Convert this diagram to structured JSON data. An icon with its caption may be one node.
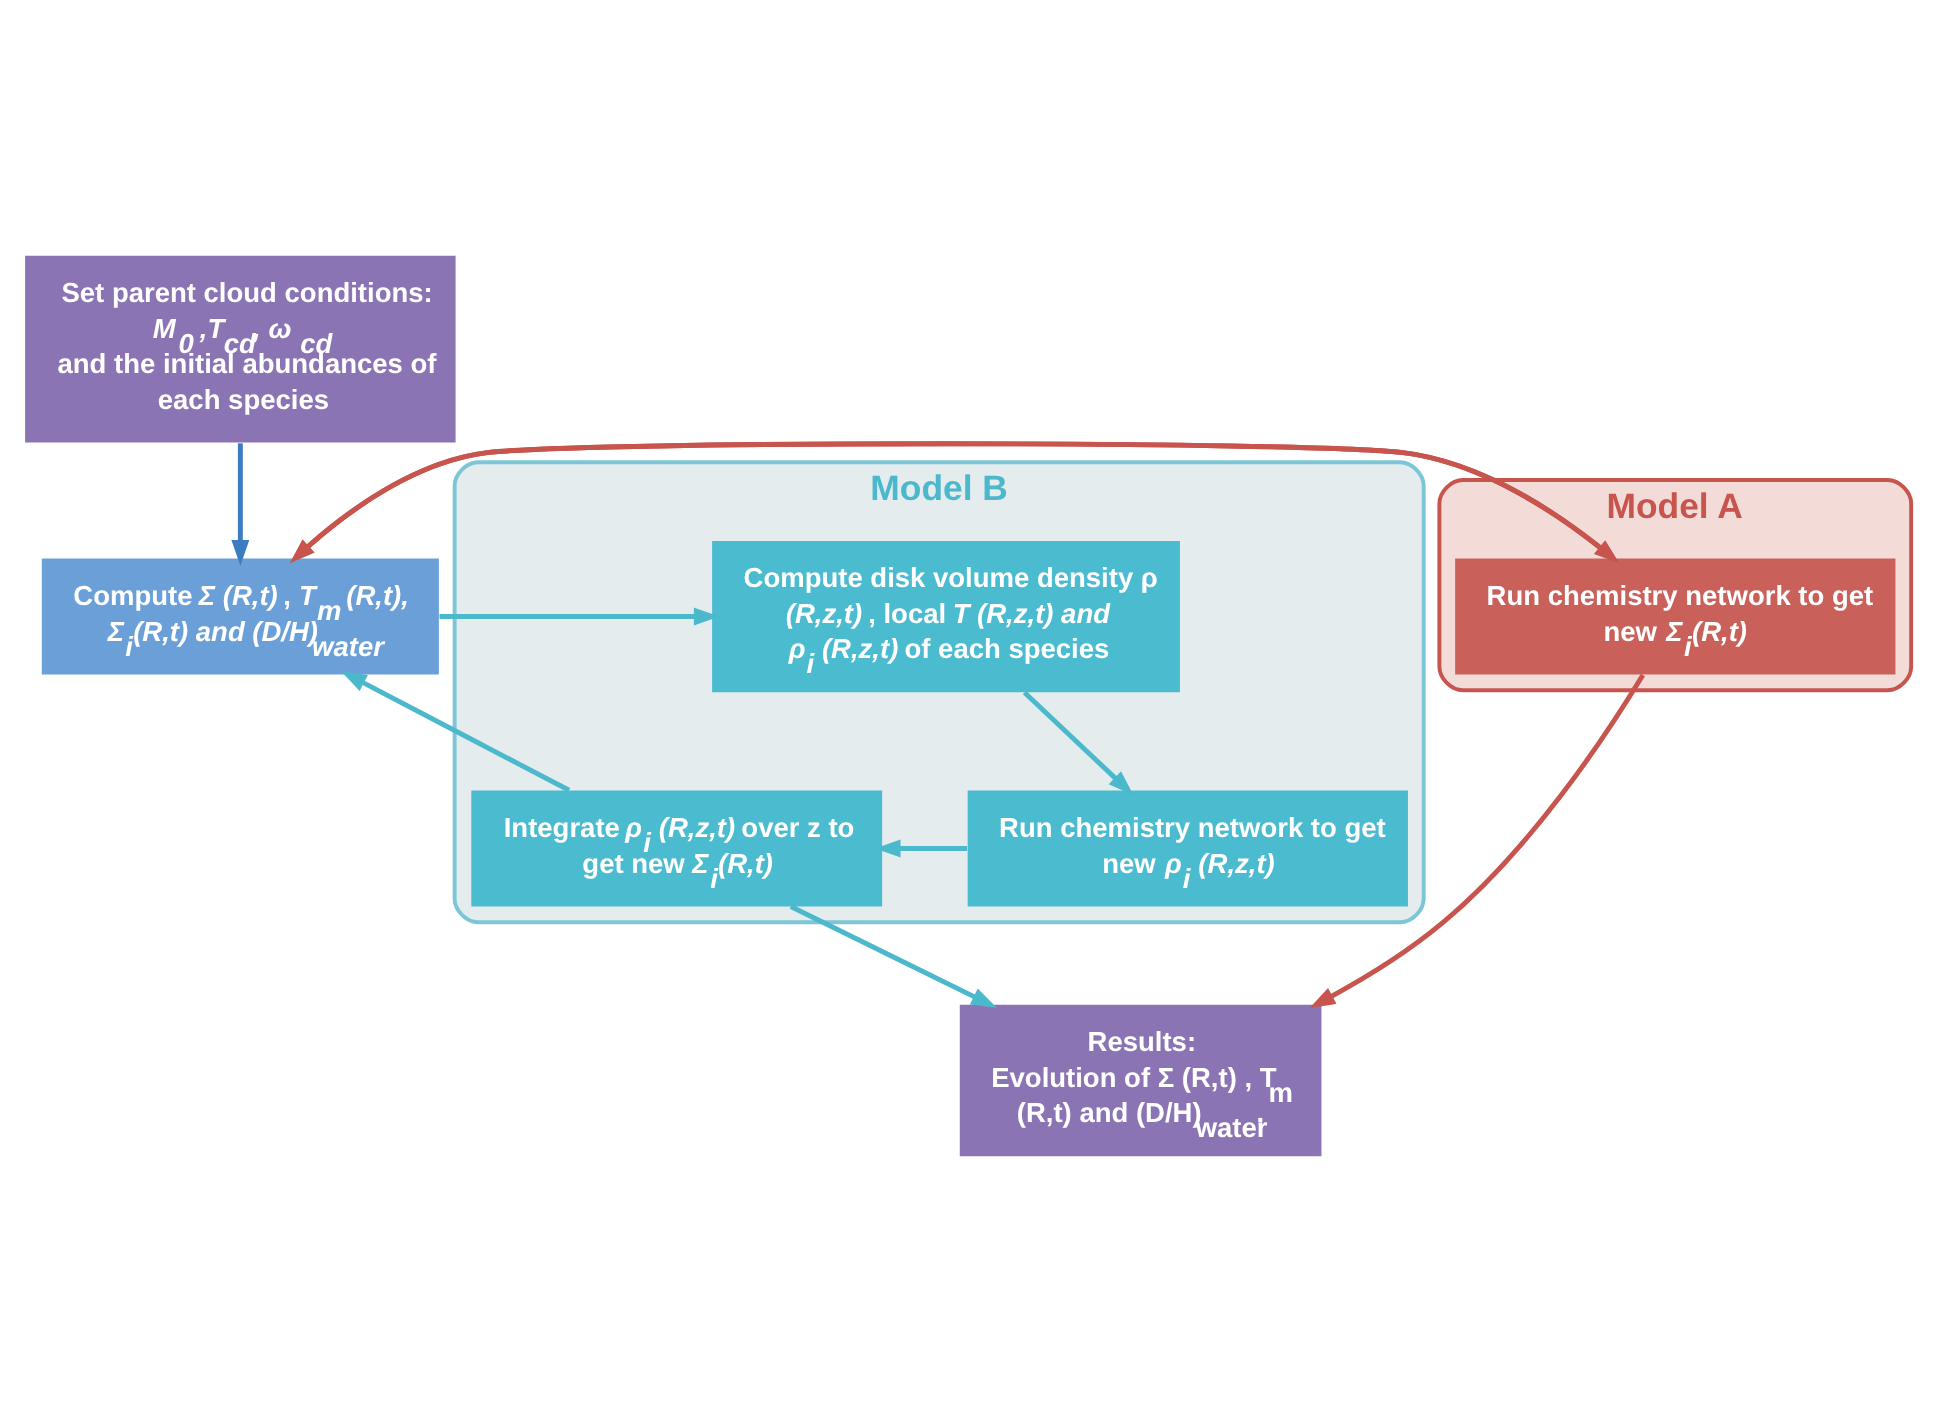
{
  "diagram": {
    "nodes": [
      {
        "text": [
          "Set parent cloud conditions:",
          "*M$_{0}$ ,T$_{cd}$, ω $_{cd}$*",
          "and the initial abundances of each species"
        ]
      },
      {
        "text": [
          "Model A"
        ]
      },
      {
        "text": [
          "Model B"
        ]
      },
      {
        "text": [
          "Run chemistry network to get new *Σ$_{i}$(R,t)*"
        ],
        "in": 1
      },
      {
        "text": [
          "Compute *Σ (R,t)* , *T$_{m}$ (R,t), Σ$_{i}$(R,t) and (D/H)$_{water}$*"
        ]
      },
      {
        "text": [
          "Compute disk volume density ρ *(R,z,t)* , local *T (R,z,t) and ρ$_{i}$ (R,z,t)* of each species"
        ],
        "in": 2
      },
      {
        "text": [
          "Integrate *ρ$_{i}$ (R,z,t)* over z to get new *Σ$_{i}$(R,t)*"
        ],
        "in": 2
      },
      {
        "text": [
          "Run chemistry network to get new *ρ$_{i}$ (R,z,t)*"
        ],
        "in": 2
      },
      {
        "text": [
          "Results:",
          "Evolution of Σ (R,t) , T$_{m}$ (R,t) and (D/H)$_{water}$."
        ]
      }
    ],
    "edges": [
      {
        "from": 0,
        "to": 4,
        "arrow": "to",
        "color": "#3b7dc0"
      },
      {
        "from": 4,
        "to": 3,
        "arrow": "to",
        "color": "#c8544e"
      },
      {
        "from": 3,
        "to": 4,
        "arrow": "to",
        "color": "#c8544e"
      },
      {
        "from": 4,
        "to": 5,
        "arrow": "to"
      },
      {
        "from": 5,
        "to": 7,
        "arrow": "to"
      },
      {
        "from": 7,
        "to": 6,
        "arrow": "to"
      },
      {
        "from": 6,
        "to": 4,
        "arrow": "to"
      },
      {
        "from": 3,
        "to": 8,
        "arrow": "to",
        "color": "#c8544e"
      },
      {
        "from": 6,
        "to": 8,
        "arrow": "to"
      }
    ]
  }
}
